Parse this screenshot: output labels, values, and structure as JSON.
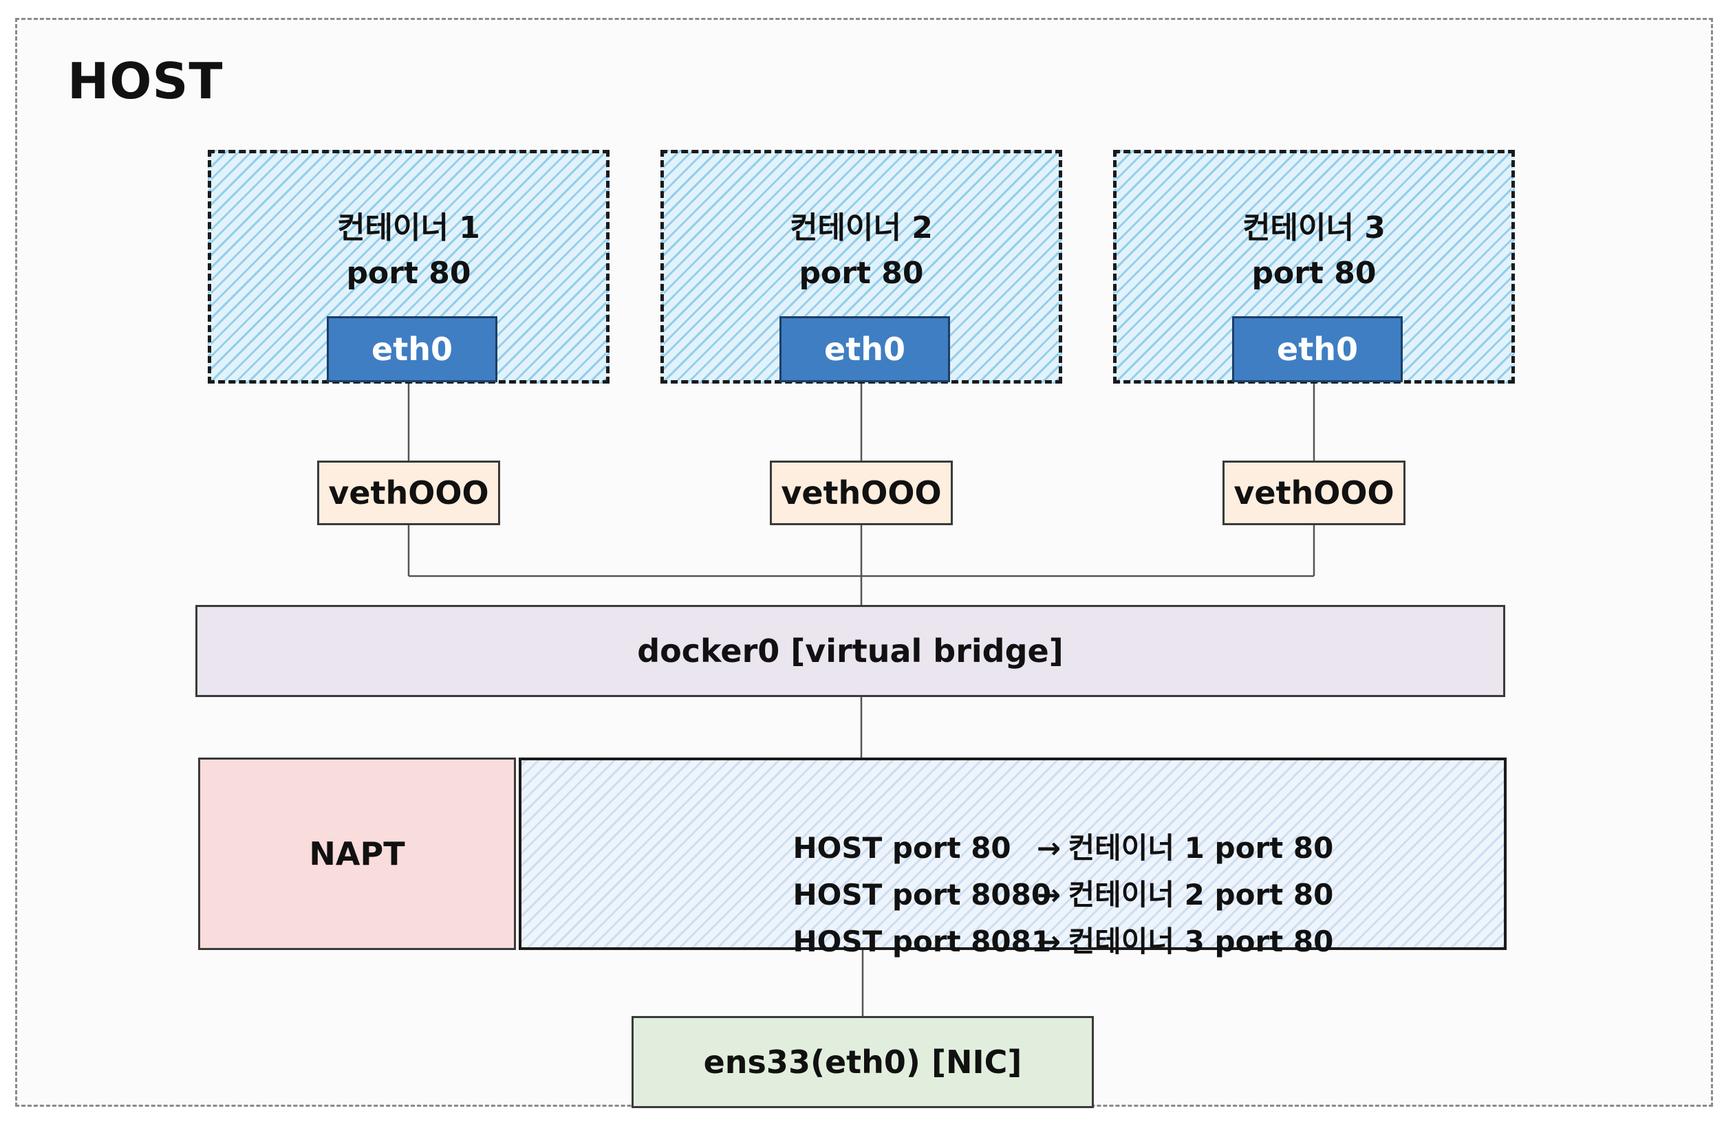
{
  "host": {
    "title": "HOST"
  },
  "containers": [
    {
      "name": "컨테이너 1",
      "port": "port 80",
      "iface": "eth0",
      "veth": "vethOOO"
    },
    {
      "name": "컨테이너 2",
      "port": "port 80",
      "iface": "eth0",
      "veth": "vethOOO"
    },
    {
      "name": "컨테이너 3",
      "port": "port 80",
      "iface": "eth0",
      "veth": "vethOOO"
    }
  ],
  "bridge": {
    "label": "docker0 [virtual bridge]"
  },
  "napt": {
    "label": "NAPT",
    "rules": [
      {
        "src": "HOST port 80",
        "arrow": "→",
        "dst": "컨테이너 1 port 80"
      },
      {
        "src": "HOST port 8080",
        "arrow": "→",
        "dst": "컨테이너 2 port 80"
      },
      {
        "src": "HOST port 8081",
        "arrow": "→",
        "dst": "컨테이너 3 port 80"
      }
    ]
  },
  "nic": {
    "label": "ens33(eth0) [NIC]"
  },
  "colors": {
    "container_fill": "#e2f2fb",
    "eth_fill": "#3f7ec3",
    "veth_fill": "#fdeedf",
    "bridge_fill": "#ebe5ef",
    "napt_fill": "#f9dcdc",
    "rules_fill": "#eef4fb",
    "nic_fill": "#e1eedd"
  }
}
